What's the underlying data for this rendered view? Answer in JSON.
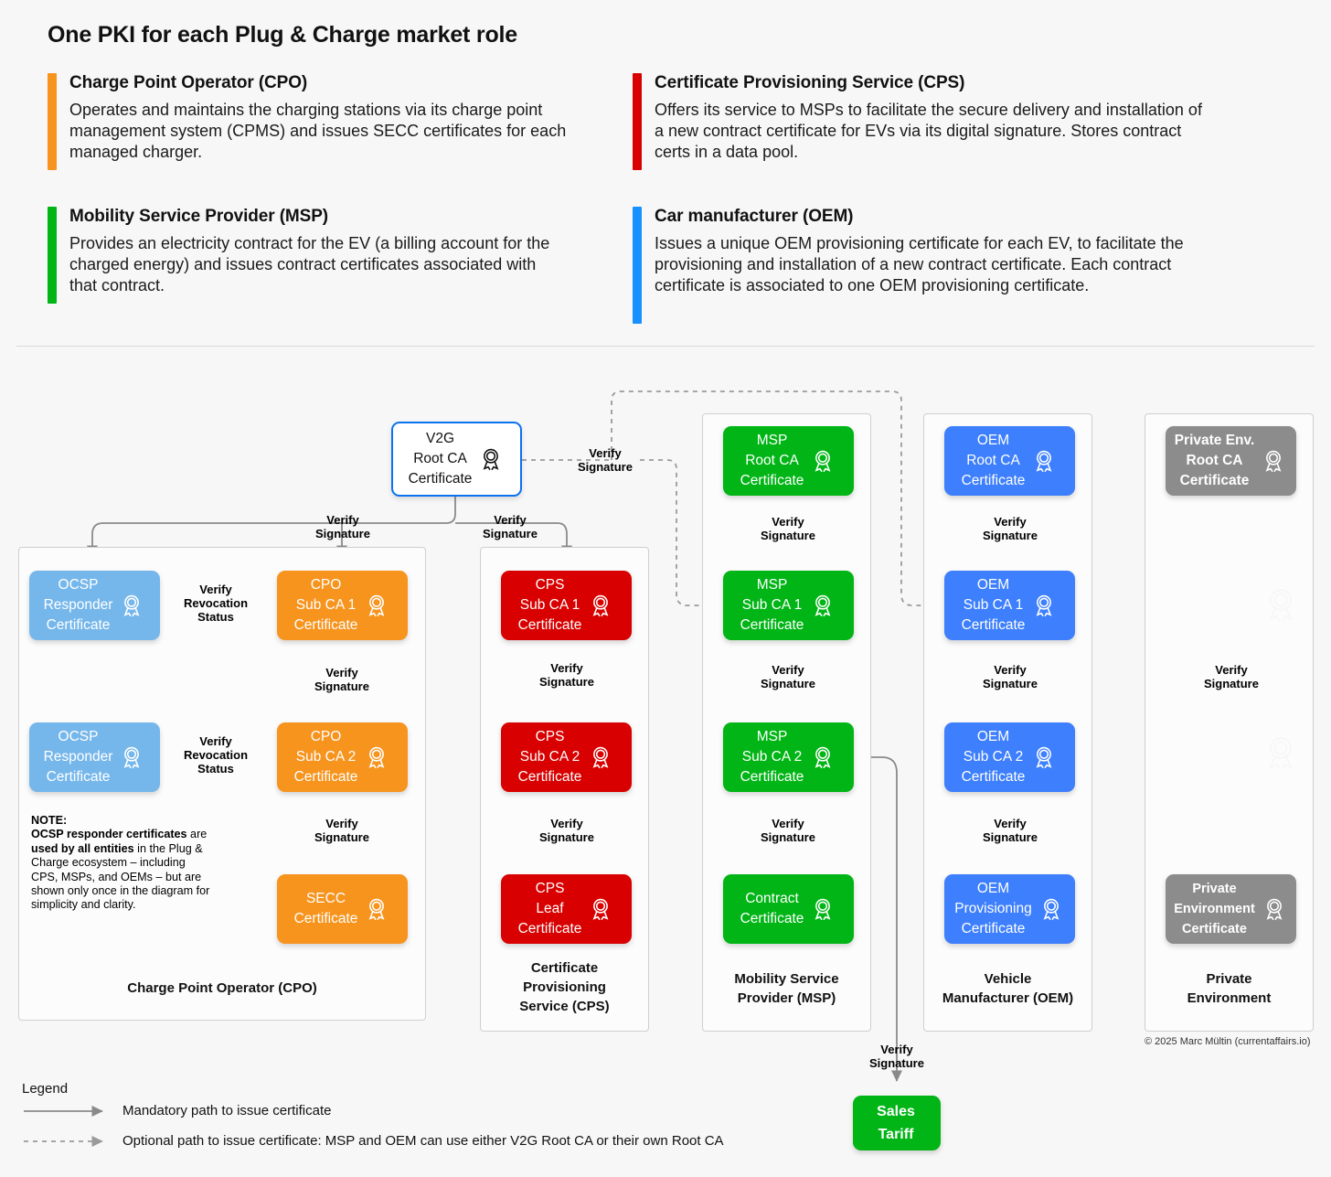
{
  "header": {
    "title": "One PKI for each Plug & Charge market role",
    "roles": [
      {
        "key": "cpo",
        "title": "Charge Point Operator (CPO)",
        "desc": "Operates and maintains the charging stations via its charge point management system (CPMS) and issues SECC certificates for each managed charger.",
        "color": "#F7941E"
      },
      {
        "key": "cps",
        "title": "Certificate Provisioning Service (CPS)",
        "desc": "Offers its service to MSPs to facilitate the secure delivery and installation of a new contract certificate for EVs via its digital signature. Stores contract certs in a data pool.",
        "color": "#D80000"
      },
      {
        "key": "msp",
        "title": "Mobility Service Provider (MSP)",
        "desc": "Provides an electricity contract for the EV (a billing account for the charged energy) and issues contract certificates associated with that contract.",
        "color": "#00B515"
      },
      {
        "key": "oem",
        "title": "Car manufacturer (OEM)",
        "desc": "Issues a unique OEM provisioning certificate for each EV, to facilitate the provisioning and installation of a new contract certificate. Each contract certificate is associated to one OEM provisioning certificate.",
        "color": "#1890FF"
      }
    ]
  },
  "diagram": {
    "root": {
      "label": "V2G\nRoot CA\nCertificate",
      "icon": "certificate-ribbon-icon",
      "border_color": "#0B72F0"
    },
    "columns": [
      {
        "key": "cpo",
        "group_label": "Charge Point Operator (CPO)",
        "color": "#F7941E",
        "ocsp_color": "#76B7EB",
        "nodes": [
          {
            "key": "ocsp1",
            "label": "OCSP\nResponder\nCertificate"
          },
          {
            "key": "cpo-sub1",
            "label": "CPO\nSub CA 1\nCertificate"
          },
          {
            "key": "ocsp2",
            "label": "OCSP\nResponder\nCertificate"
          },
          {
            "key": "cpo-sub2",
            "label": "CPO\nSub CA 2\nCertificate"
          },
          {
            "key": "secc",
            "label": "SECC\nCertificate"
          }
        ],
        "note": [
          {
            "text": "NOTE:",
            "bold": true
          },
          {
            "text": "\n",
            "bold": false
          },
          {
            "text": "OCSP responder certificates",
            "bold": true
          },
          {
            "text": " are ",
            "bold": false
          },
          {
            "text": "used by all entities",
            "bold": true
          },
          {
            "text": " in the Plug & Charge ecosystem – including CPS, MSPs, and OEMs – but are shown only once in the diagram for simplicity and clarity.",
            "bold": false
          }
        ]
      },
      {
        "key": "cps",
        "group_label": "Certificate\nProvisioning\nService (CPS)",
        "color": "#D80000",
        "nodes": [
          {
            "key": "cps-sub1",
            "label": "CPS\nSub CA 1\nCertificate"
          },
          {
            "key": "cps-sub2",
            "label": "CPS\nSub CA 2\nCertificate"
          },
          {
            "key": "cps-leaf",
            "label": "CPS\nLeaf\nCertificate"
          }
        ]
      },
      {
        "key": "msp",
        "group_label": "Mobility Service\nProvider (MSP)",
        "color": "#00B515",
        "nodes": [
          {
            "key": "msp-root",
            "label": "MSP\nRoot CA\nCertificate"
          },
          {
            "key": "msp-sub1",
            "label": "MSP\nSub CA 1\nCertificate"
          },
          {
            "key": "msp-sub2",
            "label": "MSP\nSub CA 2\nCertificate"
          },
          {
            "key": "contract",
            "label": "Contract\nCertificate"
          }
        ]
      },
      {
        "key": "oem",
        "group_label": "Vehicle\nManufacturer (OEM)",
        "color": "#3D7FFC",
        "nodes": [
          {
            "key": "oem-root",
            "label": "OEM\nRoot CA\nCertificate"
          },
          {
            "key": "oem-sub1",
            "label": "OEM\nSub CA 1\nCertificate"
          },
          {
            "key": "oem-sub2",
            "label": "OEM\nSub CA 2\nCertificate"
          },
          {
            "key": "oem-prov",
            "label": "OEM\nProvisioning\nCertificate"
          }
        ]
      },
      {
        "key": "private",
        "group_label": "Private\nEnvironment",
        "color": "#8C8C8C",
        "nodes": [
          {
            "key": "pe-root",
            "label": "Private Env.\nRoot CA\nCertificate"
          },
          {
            "key": "pe-cert",
            "label": "Private\nEnvironment\nCertificate"
          }
        ]
      }
    ],
    "sales_tariff": {
      "label": "Sales\nTariff",
      "color": "#00B515"
    },
    "edge_labels": {
      "verify_signature": "Verify\nSignature",
      "verify_revocation": "Verify\nRevocation\nStatus"
    }
  },
  "legend": {
    "title": "Legend",
    "items": [
      {
        "style": "solid",
        "text": "Mandatory path to issue certificate"
      },
      {
        "style": "dashed",
        "text": "Optional path to issue certificate: MSP and OEM can use either V2G Root CA or their own Root CA"
      }
    ]
  },
  "copyright": "© 2025 Marc Mültin (currentaffairs.io)"
}
